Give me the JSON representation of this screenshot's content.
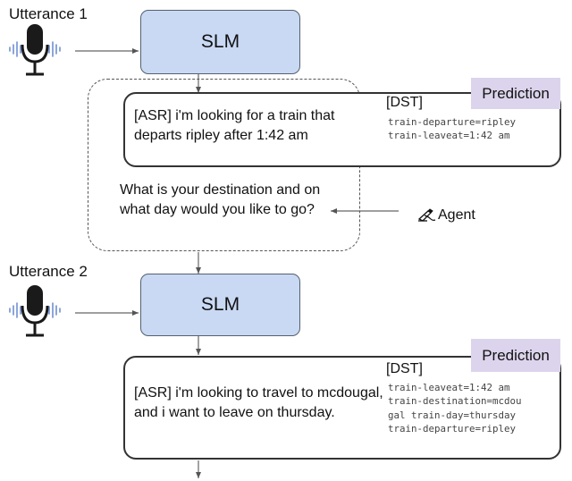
{
  "utterance1": {
    "label": "Utterance 1",
    "slm_label": "SLM",
    "prediction_tag": "Prediction",
    "asr_text": "[ASR] i'm looking for a train that departs ripley after 1:42 am",
    "dst_header": "[DST]",
    "dst_slots": [
      "train-departure=ripley",
      "train-leaveat=1:42 am"
    ]
  },
  "agent": {
    "question": "What is your destination and on what day would you like to go?",
    "label": "Agent",
    "icon": "writing-hand-icon"
  },
  "utterance2": {
    "label": "Utterance 2",
    "slm_label": "SLM",
    "prediction_tag": "Prediction",
    "asr_text": "[ASR] i'm looking to travel to mcdougal, and i want to leave on thursday.",
    "dst_header": "[DST]",
    "dst_slots": [
      "train-leaveat=1:42 am",
      "train-destination=mcdou",
      "gal train-day=thursday",
      "train-departure=ripley"
    ]
  },
  "colors": {
    "slm_fill": "#c9d9f4",
    "prediction_tag_fill": "#dcd4ec",
    "mic_icon": "#1a1a1a",
    "sound_wave": "#6f8fd0"
  }
}
